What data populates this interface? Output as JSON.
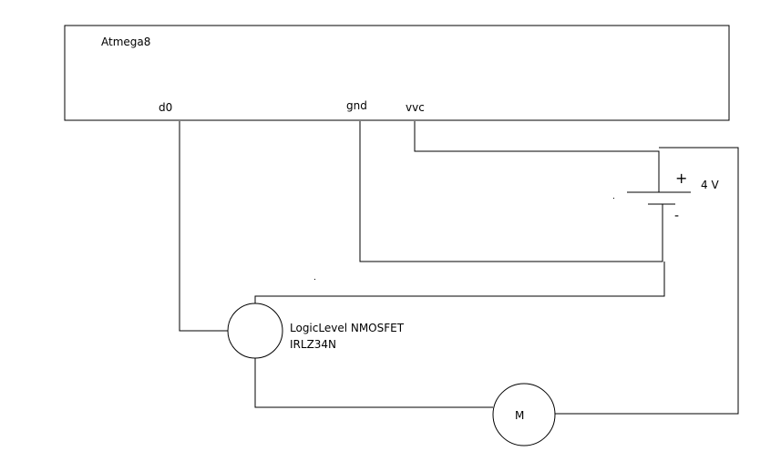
{
  "chip": {
    "name": "Atmega8",
    "pins": {
      "d0": "d0",
      "gnd": "gnd",
      "vcc": "vvc"
    }
  },
  "battery": {
    "voltage": "4 V",
    "plus": "+",
    "minus": "-"
  },
  "mosfet": {
    "line1": "LogicLevel NMOSFET",
    "line2": "IRLZ34N"
  },
  "motor": {
    "label": "M"
  }
}
